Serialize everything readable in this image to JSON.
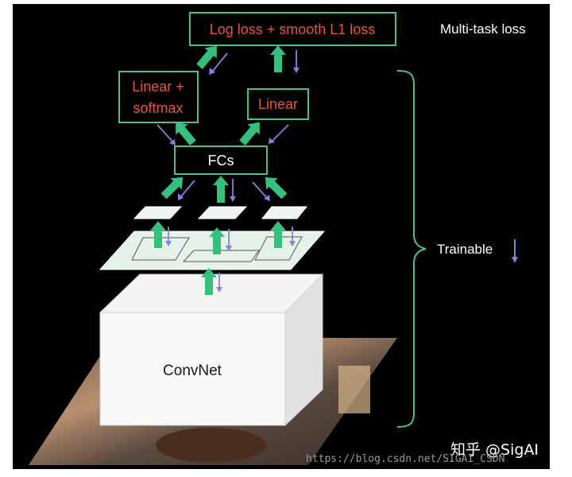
{
  "diagram": {
    "multi_task_label": "Multi-task loss",
    "loss_box_label": "Log loss + smooth L1 loss",
    "softmax_line1": "Linear +",
    "softmax_line2": "softmax",
    "linear_label": "Linear",
    "fcs_label": "FCs",
    "trainable_label": "Trainable",
    "convnet_label": "ConvNet"
  },
  "watermark": {
    "brand": "知乎 @SigAI",
    "url": "https://blog.csdn.net/SIGAI_CSDN"
  },
  "colors": {
    "background": "#000000",
    "box_border": "#4fbf8c",
    "box_text": "#e8553a",
    "forward_arrow": "#35c07e",
    "backward_arrow": "#8a7fe0",
    "text_white": "#ffffff"
  }
}
